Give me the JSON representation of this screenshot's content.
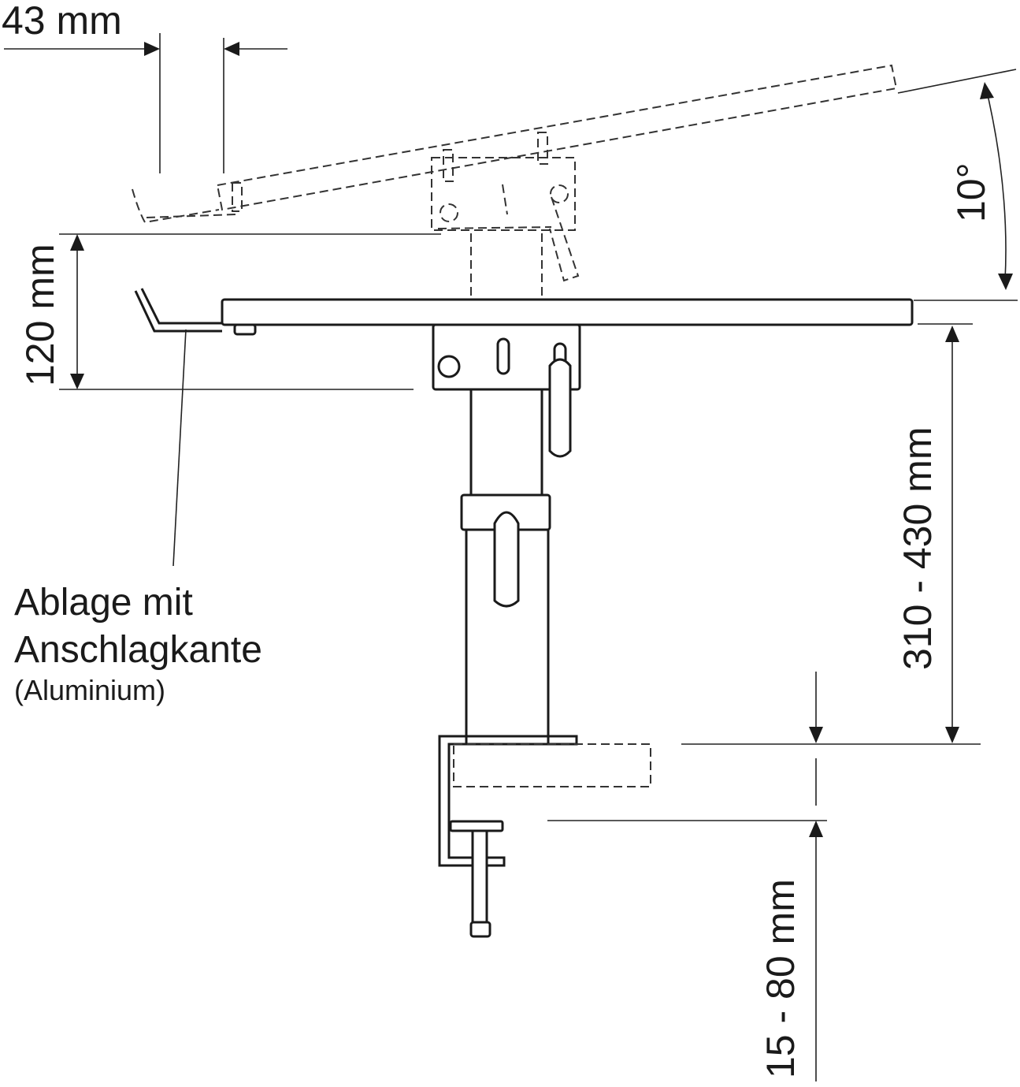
{
  "dimensions": {
    "offset": "43 mm",
    "height_adjust": "120 mm",
    "tilt_angle": "10°",
    "column_height": "310 - 430 mm",
    "clamp_range": "15 - 80 mm"
  },
  "callout": {
    "line1": "Ablage mit",
    "line2": "Anschlagkante",
    "line3": "(Aluminium)"
  },
  "colors": {
    "line": "#1a1a1a",
    "background": "#ffffff"
  }
}
